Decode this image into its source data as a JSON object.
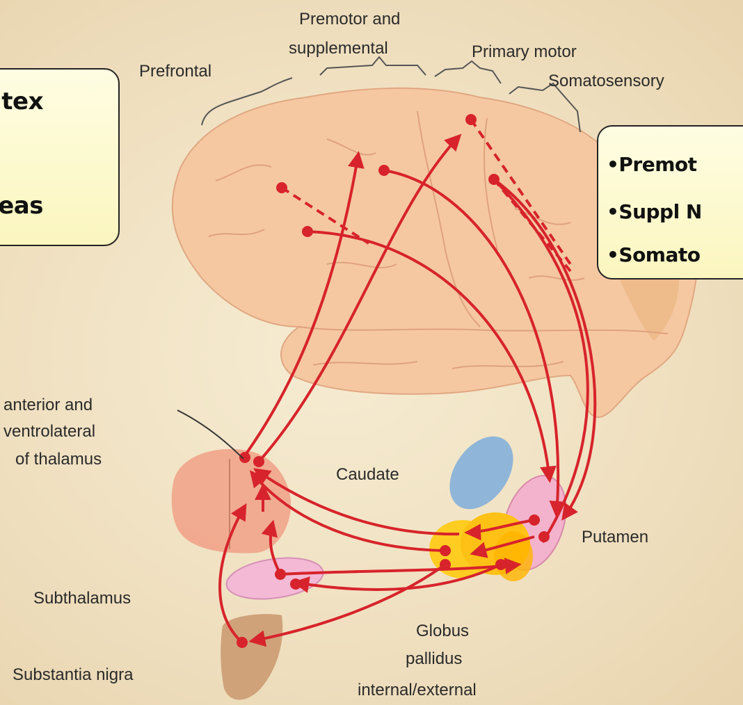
{
  "labels": {
    "premotor_top": "Premotor and",
    "premotor_bottom": "supplemental",
    "primary_motor": "Primary motor",
    "somatosensory": "Somatosensory",
    "prefrontal": "Prefrontal",
    "thalamus_line1": "anterior and",
    "thalamus_line2": "ventrolateral",
    "thalamus_line3": "of thalamus",
    "caudate": "Caudate",
    "putamen": "Putamen",
    "subthalamus": "Subthalamus",
    "globus_line1": "Globus",
    "globus_line2": "pallidus",
    "globus_line3": "internal/external",
    "substantia_nigra": "Substantia nigra"
  },
  "left_callout": {
    "line1": "tex",
    "line2": "eas"
  },
  "right_callout": {
    "line1": "•Premot",
    "line2": "•Suppl N",
    "line3": "•Somato"
  },
  "colors": {
    "pathway": "#d7232b",
    "brain": "#f5c8a2",
    "caudate": "#8fb5d9",
    "putamen": "#f3b3cc",
    "globus_pallidus": "#ffcc22",
    "thalamus": "#f1a48a",
    "substantia_nigra": "#cfa27a",
    "callout_fill": "#fcf8c8"
  }
}
